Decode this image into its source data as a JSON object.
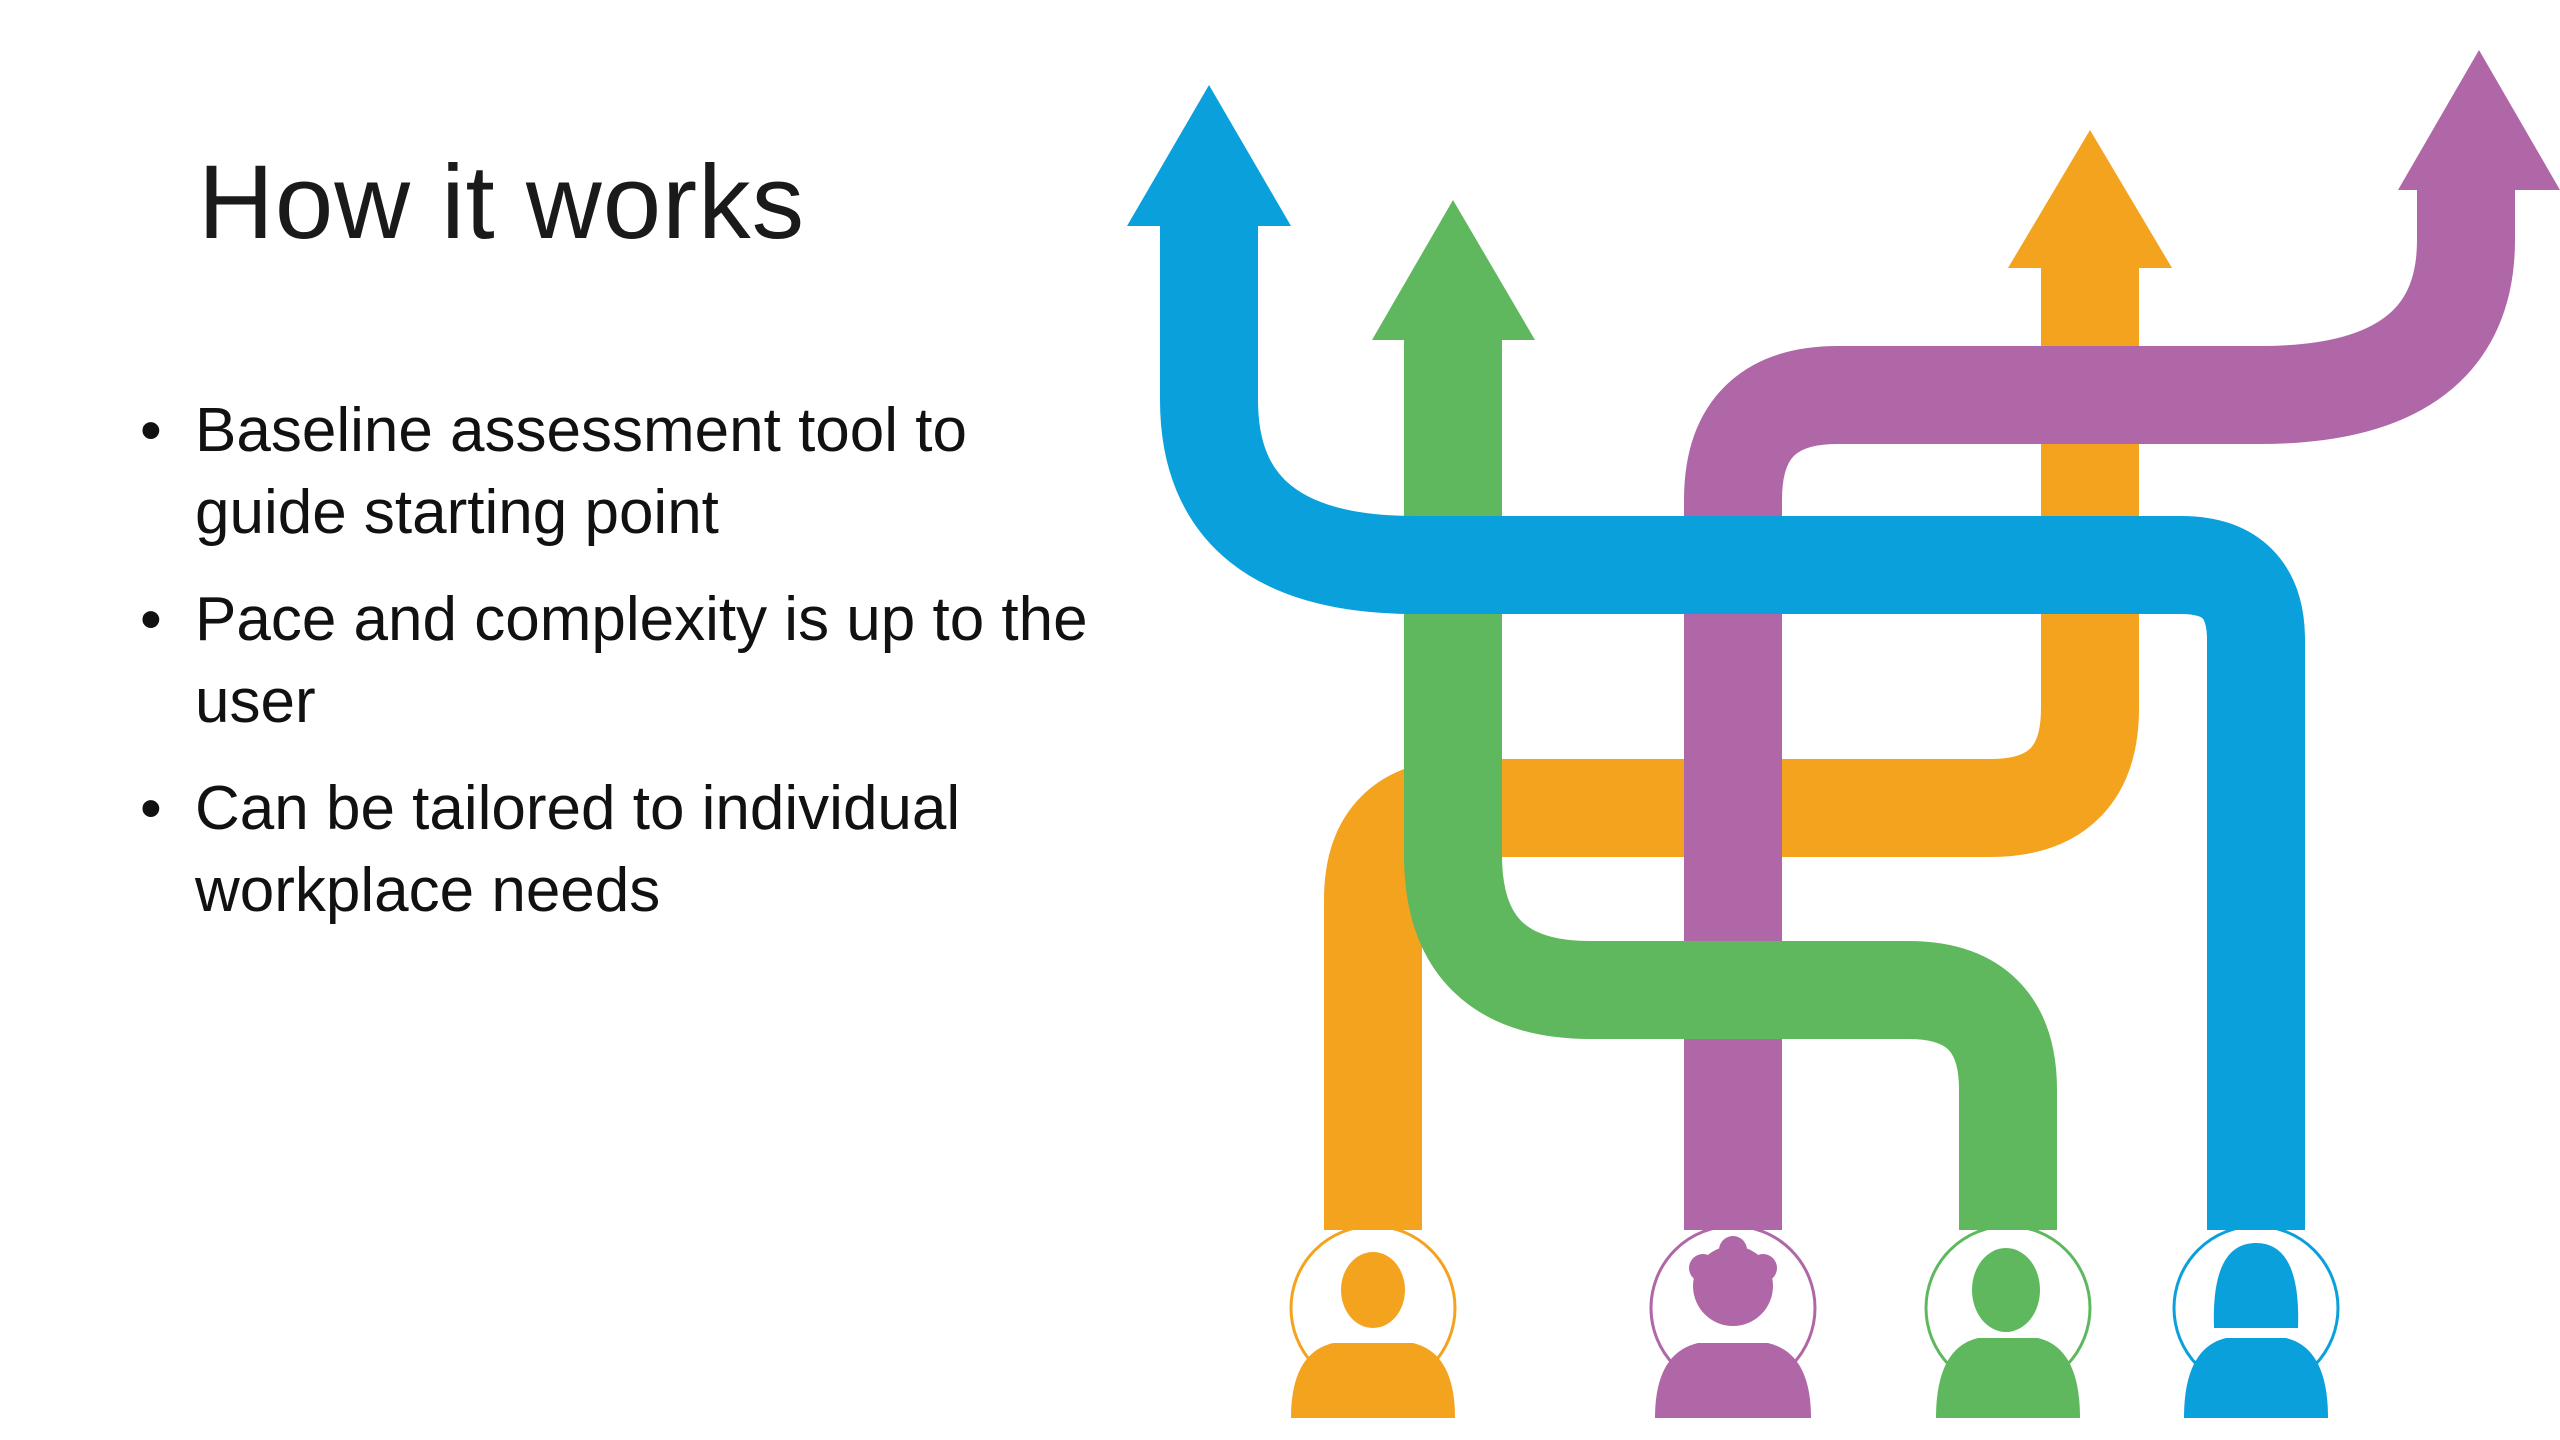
{
  "slide": {
    "title": "How it works",
    "bullets": [
      "Baseline assessment tool to guide starting point",
      "Pace and complexity is up to the user",
      "Can be tailored to individual workplace needs"
    ]
  },
  "graphic": {
    "colors": {
      "blue": "#0aa0dc",
      "green": "#5fb85e",
      "orange": "#f4a31f",
      "purple": "#b067a7"
    },
    "people": [
      {
        "name": "person-orange",
        "color": "orange"
      },
      {
        "name": "person-purple",
        "color": "purple"
      },
      {
        "name": "person-green",
        "color": "green"
      },
      {
        "name": "person-blue",
        "color": "blue"
      }
    ]
  }
}
